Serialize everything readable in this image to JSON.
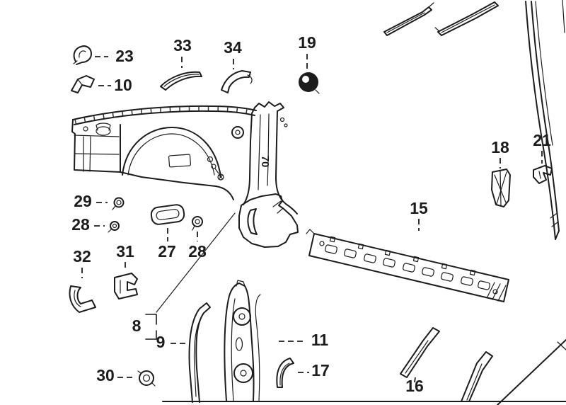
{
  "diagram": {
    "type": "exploded-parts-diagram",
    "description": "Car body cowl / pillar sheet-metal parts illustration with numbered callouts and one part highlighted",
    "background": "#ffffff",
    "line_color": "#1c1c1c",
    "highlight_color": "#00d600"
  },
  "callouts": {
    "c23": "23",
    "c10": "10",
    "c33": "33",
    "c34": "34",
    "c19": "19",
    "c29": "29",
    "c28a": "28",
    "c27": "27",
    "c28b": "28",
    "c32": "32",
    "c31": "31",
    "c8": "8",
    "c9": "9",
    "c30": "30",
    "c11": "11",
    "c17": "17",
    "c16": "16",
    "c15": "15",
    "c18": "18",
    "c21": "21",
    "c70": "70"
  }
}
